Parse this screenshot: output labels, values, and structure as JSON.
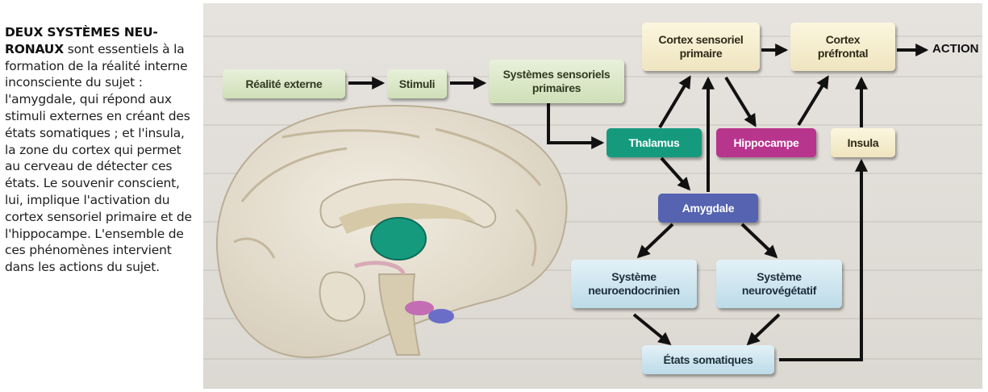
{
  "caption": {
    "lead": "DEUX SYSTÈMES NEU-RONAUX",
    "body": "sont essentiels à la formation de la réalité interne inconsciente du sujet : l'amygdale, qui répond aux stimuli externes en créant des états somatiques ; et l'insula, la zone du cortex qui permet au cerveau de détecter ces états. Le souvenir conscient, lui, implique l'activation du cortex sensoriel primaire et de l'hippocampe. L'ensemble de ces phénomènes intervient dans les actions du sujet."
  },
  "nodes": {
    "realite": "Réalité externe",
    "stimuli": "Stimuli",
    "systemes_sensoriels": "Systèmes sensoriels primaires",
    "cortex_sensoriel": "Cortex sensoriel primaire",
    "cortex_prefrontal": "Cortex préfrontal",
    "thalamus": "Thalamus",
    "hippocampe": "Hippocampe",
    "insula": "Insula",
    "amygdale": "Amygdale",
    "neuroendocrinien": "Système neuroendocrinien",
    "neurovegetatif": "Système neurovégétatif",
    "etats_somatiques": "États somatiques",
    "action": "ACTION"
  },
  "colors": {
    "thalamus": "#159a7e",
    "hippocampe": "#b8358e",
    "amygdale": "#5563b0",
    "panel": "#e2dfda"
  }
}
